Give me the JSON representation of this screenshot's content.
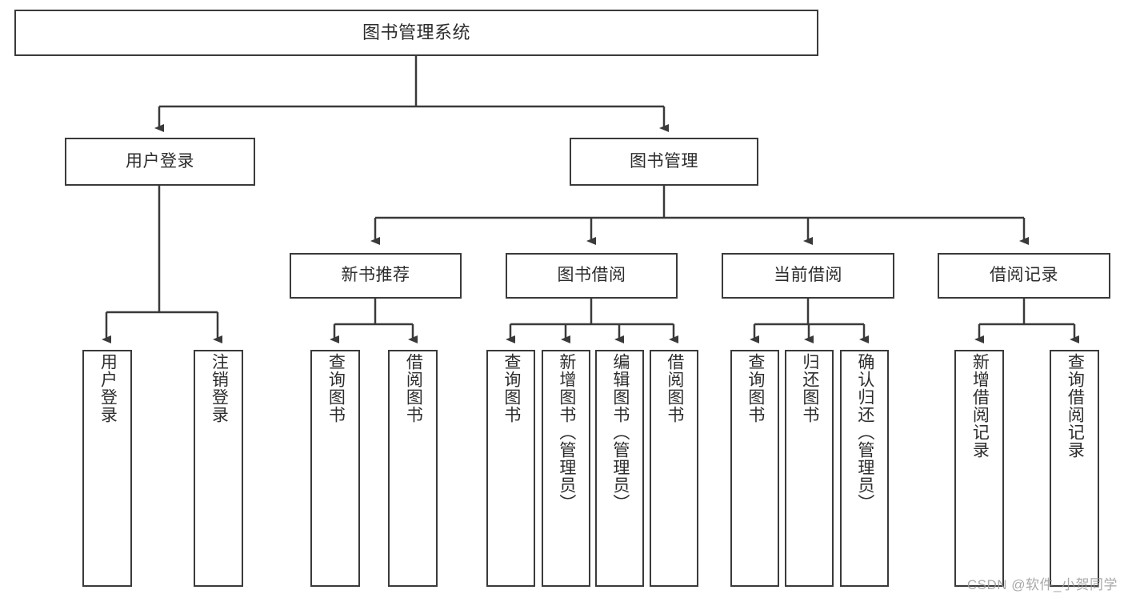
{
  "diagram": {
    "title": "图书管理系统",
    "watermark": "CSDN @软件_小贺同学",
    "colors": {
      "stroke": "#3a3a3a",
      "text": "#2d2d2d",
      "background": "#ffffff",
      "watermark": "#9a9a9a"
    },
    "root": {
      "label": "图书管理系统"
    },
    "level1": [
      {
        "label": "用户登录"
      },
      {
        "label": "图书管理"
      }
    ],
    "level2": [
      {
        "label": "新书推荐"
      },
      {
        "label": "图书借阅"
      },
      {
        "label": "当前借阅"
      },
      {
        "label": "借阅记录"
      }
    ],
    "leaves": {
      "user_login": [
        {
          "label": "用户登录"
        },
        {
          "label": "注销登录"
        }
      ],
      "new_book_recommend": [
        {
          "label": "查询图书"
        },
        {
          "label": "借阅图书"
        }
      ],
      "book_borrow": [
        {
          "label": "查询图书"
        },
        {
          "label": "新增图书（管理员）"
        },
        {
          "label": "编辑图书（管理员）"
        },
        {
          "label": "借阅图书"
        }
      ],
      "current_borrow": [
        {
          "label": "查询图书"
        },
        {
          "label": "归还图书"
        },
        {
          "label": "确认归还（管理员）"
        }
      ],
      "borrow_record": [
        {
          "label": "新增借阅记录"
        },
        {
          "label": "查询借阅记录"
        }
      ]
    }
  }
}
